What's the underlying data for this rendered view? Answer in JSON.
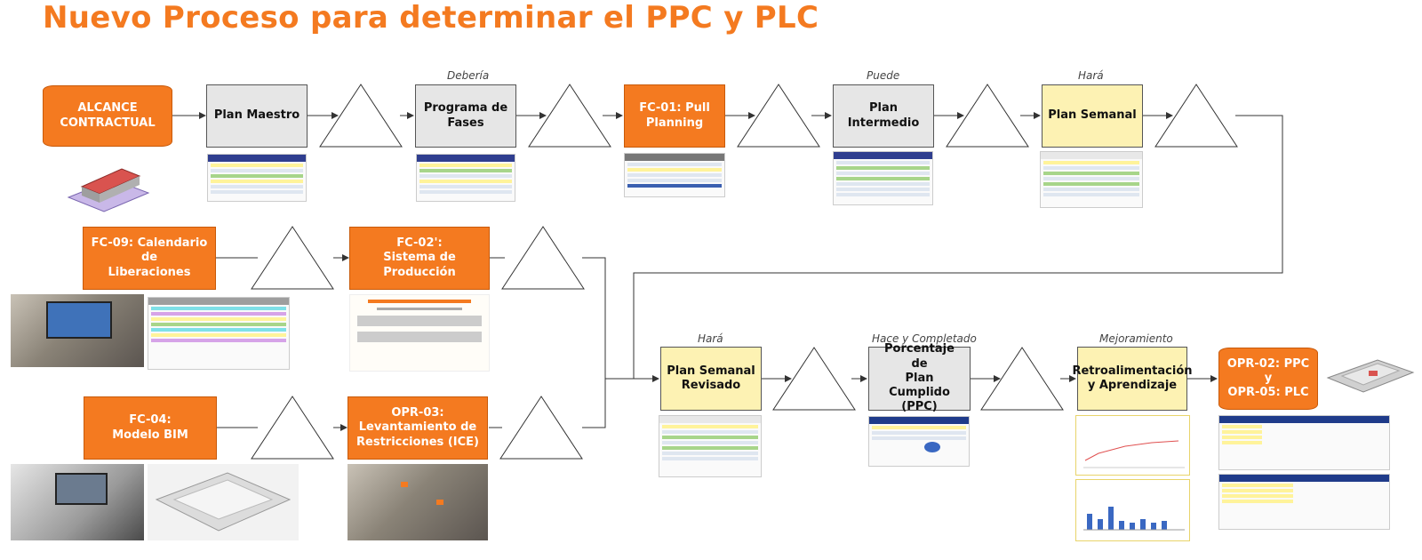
{
  "title": "Nuevo Proceso para determinar el PPC y PLC",
  "nodes": {
    "alcance": "ALCANCE\nCONTRACTUAL",
    "plan_maestro": "Plan Maestro",
    "programa_fases": "Programa de\nFases",
    "fc01": "FC-01: Pull\nPlanning",
    "plan_intermedio": "Plan Intermedio",
    "plan_semanal": "Plan Semanal",
    "fc09": "FC-09: Calendario de\nLiberaciones",
    "fc02": "FC-02':\nSistema de Producción",
    "fc04": "FC-04:\nModelo BIM",
    "opr03": "OPR-03:\nLevantamiento de\nRestricciones (ICE)",
    "plan_semanal_revisado": "Plan Semanal\nRevisado",
    "ppc": "Porcentaje de\nPlan Cumplido\n(PPC)",
    "retro": "Retroalimentación\ny Aprendizaje",
    "opr02": "OPR-02: PPC y\nOPR-05:  PLC"
  },
  "annotations": {
    "deberia": "Debería",
    "puede": "Puede",
    "hara_1": "Hará",
    "hara_2": "Hará",
    "hace": "Hace y Completado",
    "mejoramiento": "Mejoramiento"
  },
  "colors": {
    "orange": "#f47a20",
    "gray": "#e6e6e6",
    "yellow": "#fdf2b3",
    "line": "#333333"
  }
}
